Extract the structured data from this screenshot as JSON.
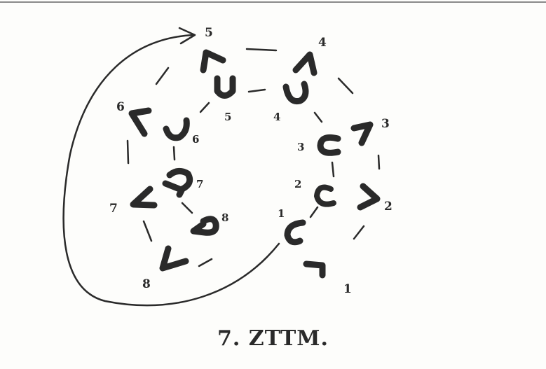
{
  "figure": {
    "caption": "7. ZTTM.",
    "outer_labels": [
      "5",
      "4",
      "3",
      "2",
      "1",
      "8",
      "7",
      "6"
    ],
    "inner_labels": [
      "5",
      "4",
      "3",
      "2",
      "1",
      "6",
      "7",
      "8"
    ]
  }
}
